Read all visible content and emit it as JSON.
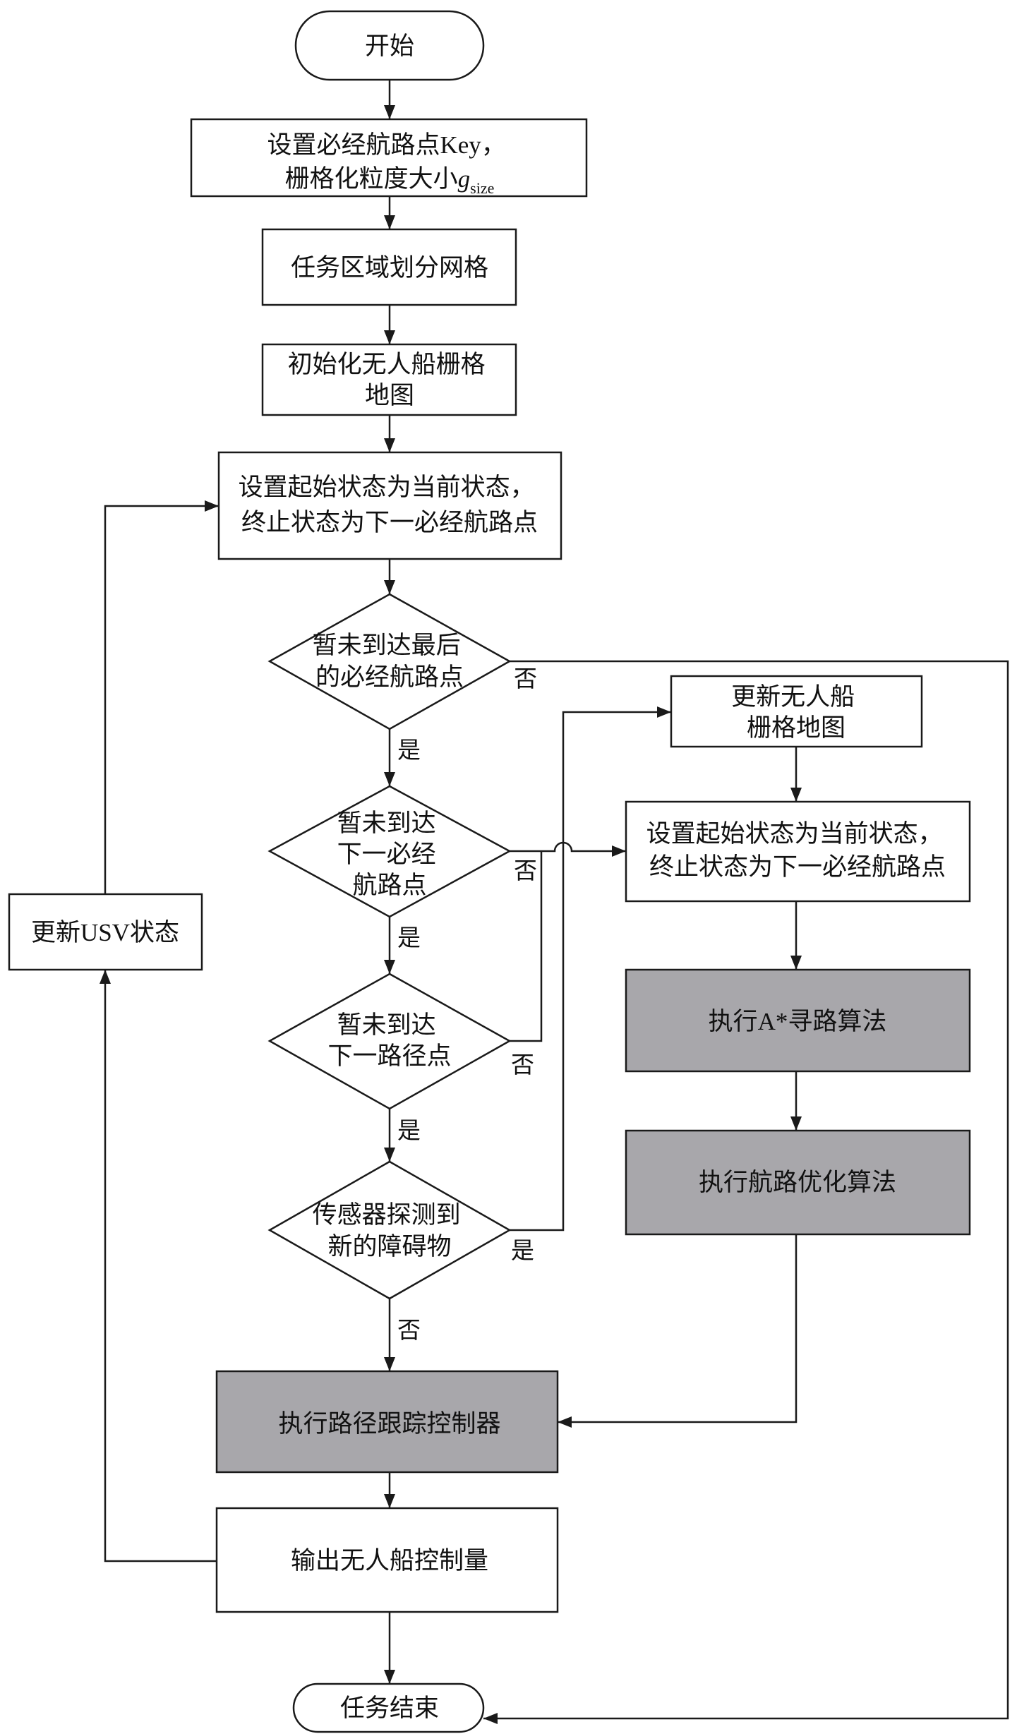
{
  "flowchart": {
    "start": "开始",
    "setup": {
      "line1": "设置必经航路点Key，",
      "line2": "栅格化粒度大小",
      "var": "g",
      "sub": "size"
    },
    "grid": "任务区域划分网格",
    "init_map": {
      "line1": "初始化无人船栅格",
      "line2": "地图"
    },
    "set_state": {
      "line1": "设置起始状态为当前状态，",
      "line2": "终止状态为下一必经航路点"
    },
    "decision_last": {
      "line1": "暂未到达最后",
      "line2": "的必经航路点"
    },
    "decision_next_waypoint": {
      "line1": "暂未到达",
      "line2": "下一必经",
      "line3": "航路点"
    },
    "decision_next_path": {
      "line1": "暂未到达",
      "line2": "下一路径点"
    },
    "decision_obstacle": {
      "line1": "传感器探测到",
      "line2": "新的障碍物"
    },
    "path_tracking": "执行路径跟踪控制器",
    "output": "输出无人船控制量",
    "end": "任务结束",
    "update_usv": "更新USV状态",
    "update_map": {
      "line1": "更新无人船",
      "line2": "栅格地图"
    },
    "reset_state": {
      "line1": "设置起始状态为当前状态，",
      "line2": "终止状态为下一必经航路点"
    },
    "astar": "执行A*寻路算法",
    "optimize": "执行航路优化算法"
  },
  "labels": {
    "yes": "是",
    "no": "否"
  },
  "colors": {
    "highlight": "#a8a7ab",
    "line": "#1a1a1a",
    "background": "#ffffff"
  }
}
